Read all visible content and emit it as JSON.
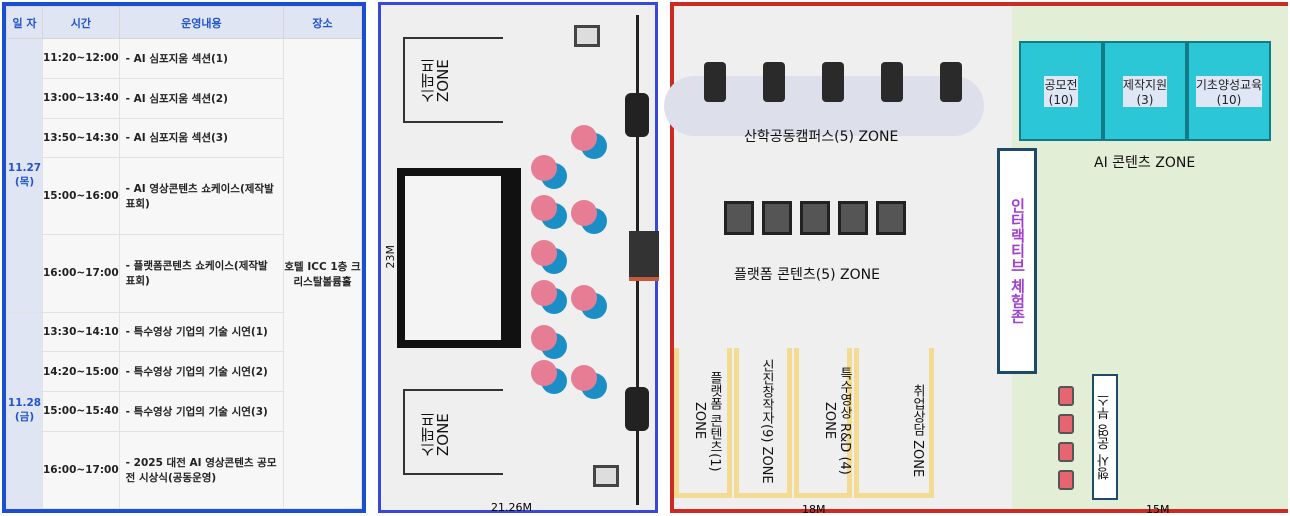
{
  "schedule": {
    "headers": [
      "일 자",
      "시간",
      "운영내용",
      "장소"
    ],
    "days": [
      {
        "date": "11.27",
        "dow": "(목)"
      },
      {
        "date": "11.28",
        "dow": "(금)"
      }
    ],
    "place": "호텔 ICC 1층 크리스탈볼륨홀",
    "rows": [
      {
        "time": "11:20~12:00",
        "content": "- AI 심포지움  섹션(1)"
      },
      {
        "time": "13:00~13:40",
        "content": "- AI 심포지움  섹션(2)"
      },
      {
        "time": "13:50~14:30",
        "content": "- AI 심포지움  섹션(3)"
      },
      {
        "time": "15:00~16:00",
        "content": "- AI 영상콘텐츠 쇼케이스(제작발표회)"
      },
      {
        "time": "16:00~17:00",
        "content": "- 플랫폼콘텐츠 쇼케이스(제작발표회)"
      },
      {
        "time": "13:30~14:10",
        "content": "- 특수영상 기업의 기술 시연(1)"
      },
      {
        "time": "14:20~15:00",
        "content": "- 특수영상 기업의 기술 시연(2)"
      },
      {
        "time": "15:00~15:40",
        "content": "- 특수영상 기업의 기술 시연(3)"
      },
      {
        "time": "16:00~17:00",
        "content": "- 2025 대전 AI 영상콘텐츠 공모전 시상식(공동운영)"
      }
    ]
  },
  "hall": {
    "staff_zone_top": "스태프 ZONE",
    "staff_zone_bottom": "스태프 ZONE",
    "height_label": "23M",
    "width_label": "21.26M"
  },
  "expo": {
    "campus_zone": "산학공동캠퍼스(5) ZONE",
    "platform_zone": "플랫폼 콘텐츠(5) ZONE",
    "lower_zones": [
      "플랫폼 콘텐츠(1) ZONE",
      "신진창작자(9) ZONE",
      "특수영상 R&D (4) ZONE",
      "취업상담 ZONE"
    ],
    "banner": "인터랙티브 체험존",
    "ai_booths": [
      {
        "name": "공모전",
        "count": "(10)"
      },
      {
        "name": "제작지원",
        "count": "(3)"
      },
      {
        "name": "기초양성교육",
        "count": "(10)"
      }
    ],
    "ai_zone": "AI 콘텐츠 ZONE",
    "ops_booth": "행사 운영 부스",
    "width_left": "18M",
    "width_right": "15M"
  },
  "colors": {
    "schedule_border": "#1a4fd0",
    "hall_border": "#3a48d8",
    "expo_border": "#cc2a22"
  }
}
